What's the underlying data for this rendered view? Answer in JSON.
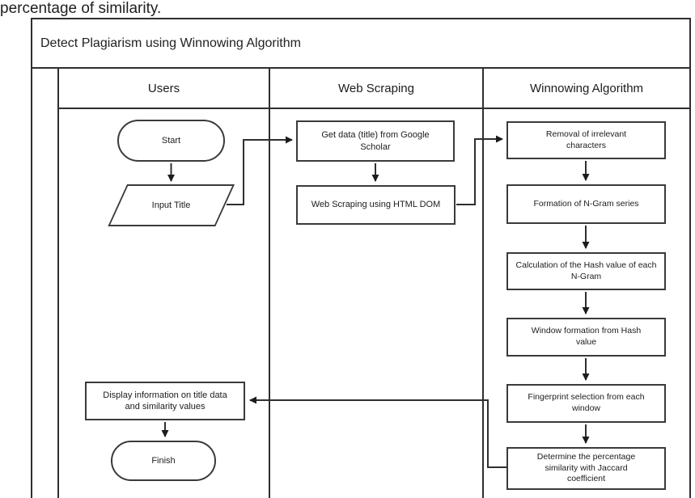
{
  "page": {
    "top_text": "percentage of similarity."
  },
  "diagram": {
    "title": "Detect Plagiarism using Winnowing Algorithm",
    "lanes": [
      {
        "id": "users",
        "header": "Users"
      },
      {
        "id": "web-scraping",
        "header": "Web Scraping"
      },
      {
        "id": "winnowing-algorithm",
        "header": "Winnowing Algorithm"
      }
    ],
    "nodes": {
      "start": "Start",
      "input_title": "Input Title",
      "display_info": "Display information on title data and similarity values",
      "finish": "Finish",
      "get_data": "Get data (title) from Google Scholar",
      "html_dom": "Web Scraping using HTML DOM",
      "removal": "Removal of irrelevant characters",
      "ngram": "Formation of N-Gram series",
      "hash": "Calculation of the Hash value of each N-Gram",
      "window": "Window formation from Hash value",
      "fingerprint": "Fingerprint selection from each window",
      "jaccard": "Determine the percentage similarity with Jaccard coefficient"
    },
    "colors": {
      "line": "#2f2f2f",
      "text": "#1c1c1c",
      "background": "#ffffff"
    }
  }
}
